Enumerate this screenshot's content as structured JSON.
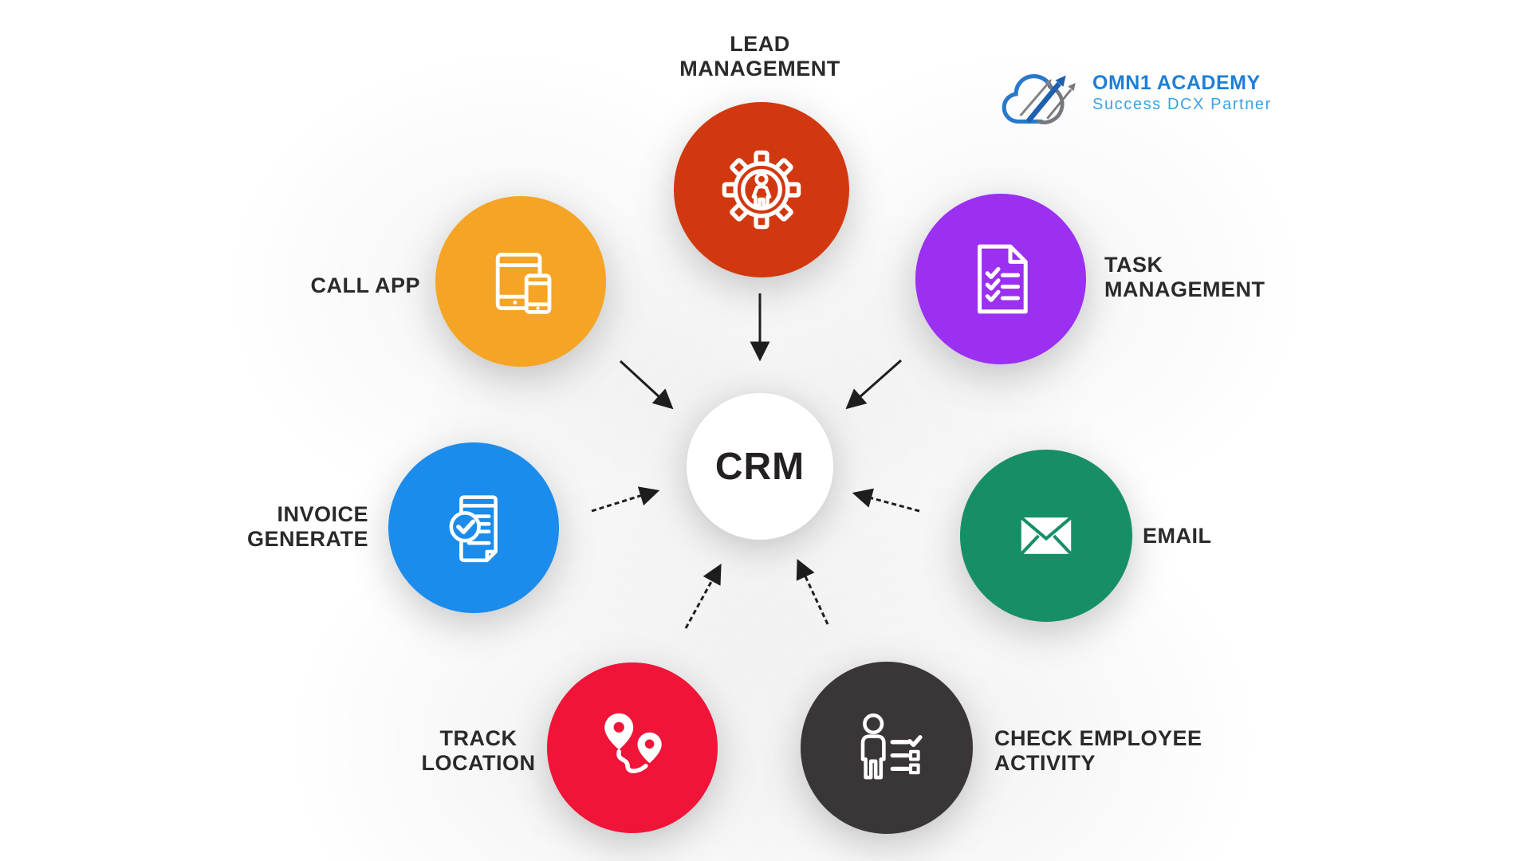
{
  "logo": {
    "name": "OMN1 ACADEMY",
    "tagline": "Success DCX Partner",
    "name_color": "#1e7fd6",
    "tagline_color": "#3aa2e4",
    "cloud_color": "#2879cc",
    "arrow_blue": "#1e5fae",
    "arrow_gray": "#75787c",
    "icon": "cloud-growth-arrows-icon"
  },
  "center": {
    "label": "CRM",
    "bg": "#ffffff",
    "text_color": "#242021"
  },
  "label_color": "#2b2a29",
  "arrow_color": "#1e1e1e",
  "nodes": {
    "lead": {
      "label": "LEAD\nMANAGEMENT",
      "color": "#d2380f",
      "icon": "gear-person-icon"
    },
    "call": {
      "label": "CALL APP",
      "color": "#f5a425",
      "icon": "tablet-phone-icon"
    },
    "task": {
      "label": "TASK\nMANAGEMENT",
      "color": "#9b2ff2",
      "icon": "checklist-document-icon"
    },
    "invoice": {
      "label": "INVOICE\nGENERATE",
      "color": "#1b8ceb",
      "icon": "invoice-check-icon"
    },
    "email": {
      "label": "EMAIL",
      "color": "#178f66",
      "icon": "envelope-icon"
    },
    "track": {
      "label": "TRACK\nLOCATION",
      "color": "#ef1438",
      "icon": "map-pins-route-icon"
    },
    "check": {
      "label": "CHECK EMPLOYEE\nACTIVITY",
      "color": "#3a3637",
      "icon": "employee-checklist-icon"
    }
  }
}
